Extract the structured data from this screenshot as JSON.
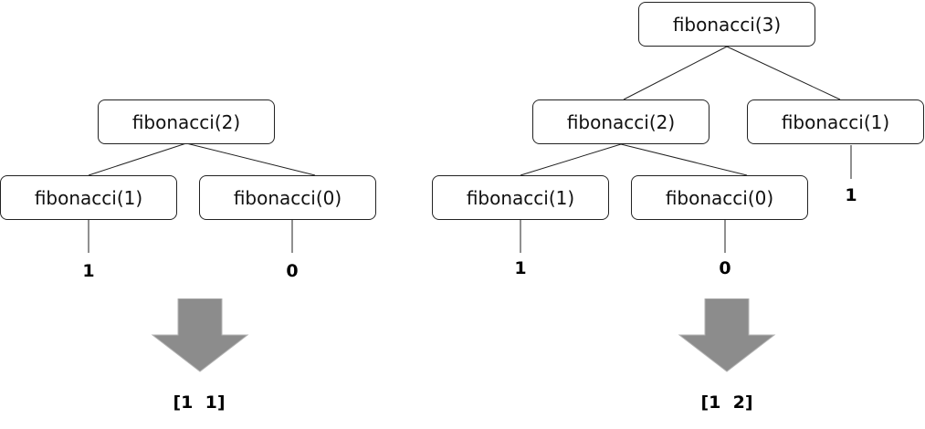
{
  "colors": {
    "node_border": "#222222",
    "edge": "#222222",
    "arrow_fill": "#8c8c8c",
    "arrow_stroke": "#b3b3b3"
  },
  "left_tree": {
    "root": "fibonacci(2)",
    "left_child": "fibonacci(1)",
    "right_child": "fibonacci(0)",
    "left_value": "1",
    "right_value": "0",
    "result": "[1  1]"
  },
  "right_tree": {
    "root": "fibonacci(3)",
    "mid_left": "fibonacci(2)",
    "mid_right": "fibonacci(1)",
    "mid_right_value": "1",
    "leaf_left": "fibonacci(1)",
    "leaf_right": "fibonacci(0)",
    "leaf_left_value": "1",
    "leaf_right_value": "0",
    "result": "[1  2]"
  }
}
